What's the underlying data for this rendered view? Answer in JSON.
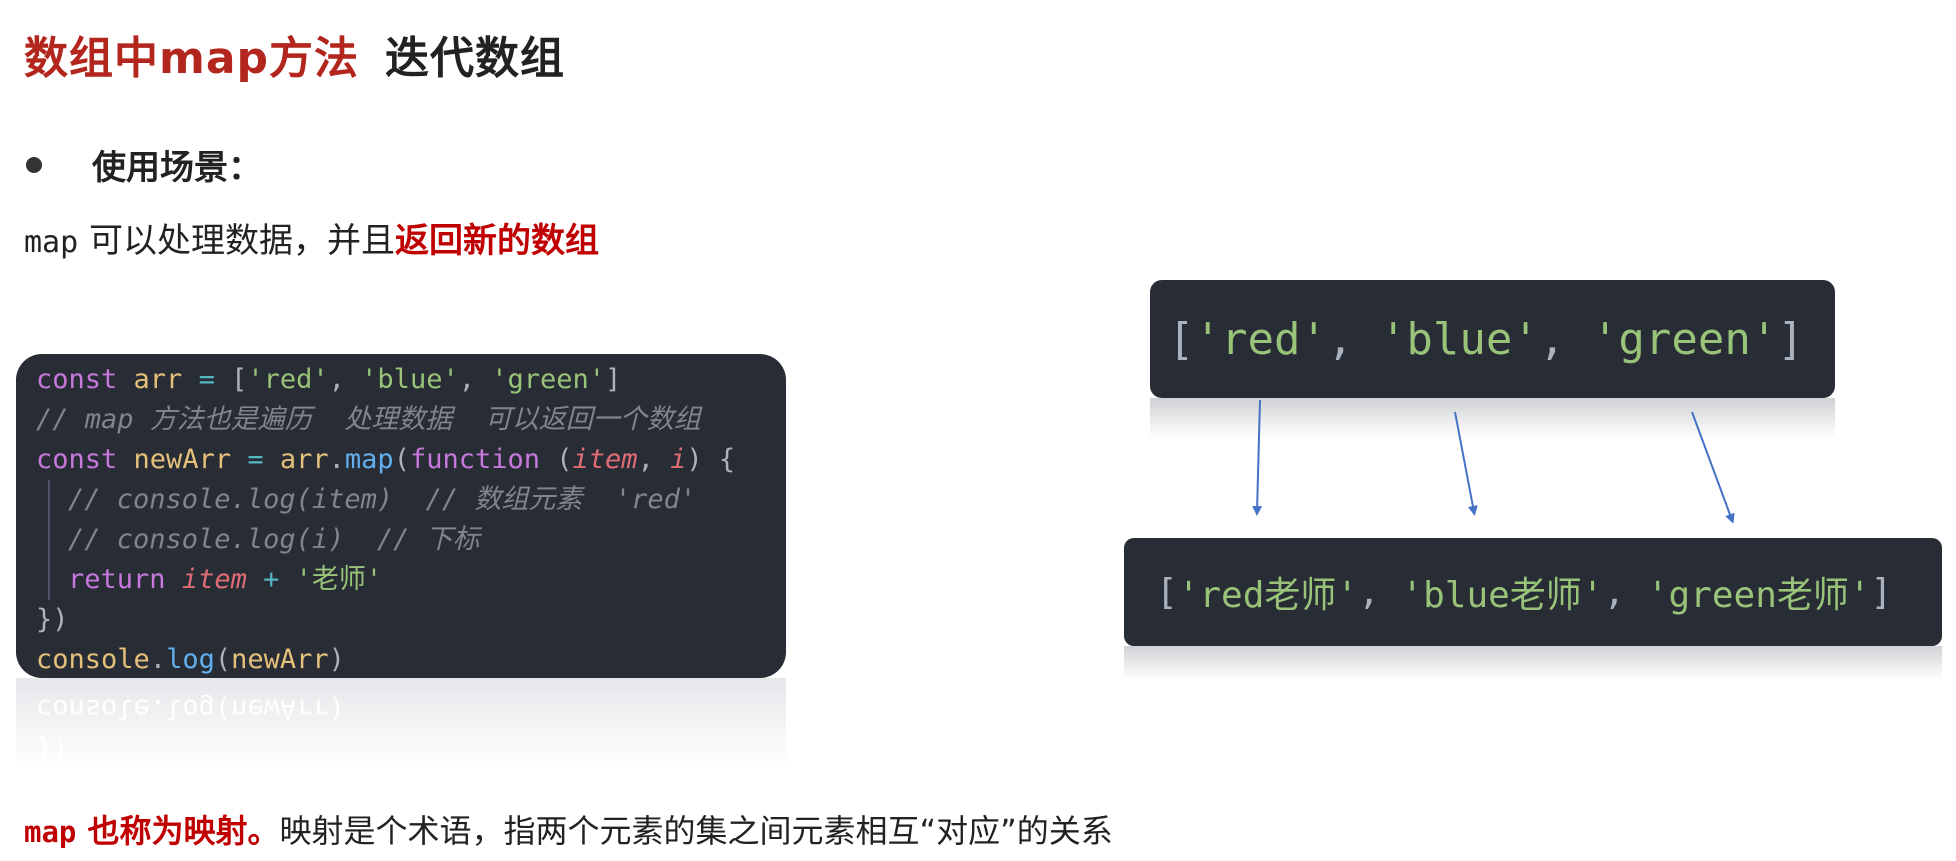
{
  "title": {
    "red": "数组中map方法",
    "dark": "迭代数组"
  },
  "bullet": {
    "label": "使用场景："
  },
  "description": {
    "code_word": "map",
    "plain": " 可以处理数据，并且",
    "highlight": "返回新的数组"
  },
  "code": {
    "line1": {
      "kw": "const",
      "var": "arr",
      "op": " = ",
      "open": "[",
      "s1": "'red'",
      "c1": ", ",
      "s2": "'blue'",
      "c2": ", ",
      "s3": "'green'",
      "close": "]"
    },
    "line2": {
      "comment": "// map 方法也是遍历  处理数据  可以返回一个数组"
    },
    "line3": {
      "kw": "const",
      "var1": "newArr",
      "op": " = ",
      "var2": "arr",
      "dot": ".",
      "fn": "map",
      "open": "(",
      "kw2": "function",
      "paren": " (",
      "p1": "item",
      "comma": ", ",
      "p2": "i",
      "close": ") {"
    },
    "line4": {
      "comment": "// console.log(item)  // 数组元素  'red'"
    },
    "line5": {
      "comment": "// console.log(i)  // 下标"
    },
    "line6": {
      "kw": "return",
      "p": "item",
      "op": " + ",
      "str": "'老师'"
    },
    "line7": {
      "text": "})"
    },
    "line8": {
      "var": "console",
      "dot": ".",
      "fn": "log",
      "open": "(",
      "arg": "newArr",
      "close": ")"
    }
  },
  "reflection": {
    "line1": "console.log(newArr)",
    "line2": "})"
  },
  "original_array": {
    "open": "[",
    "items": [
      "'red'",
      "'blue'",
      "'green'"
    ],
    "sep": ", ",
    "close": "]"
  },
  "mapped_array": {
    "open": "[",
    "items": [
      "'red老师'",
      "'blue老师'",
      "'green老师'"
    ],
    "sep": ", ",
    "close": "]"
  },
  "footer": {
    "highlight_code": "map",
    "highlight_text": " 也称为映射。",
    "plain": "映射是个术语，指两个元素的集之间元素相互“对应”的关系"
  },
  "colors": {
    "title_red": "#b3261e",
    "highlight_red": "#c00000",
    "code_bg": "#282c34",
    "arrow": "#4472c4"
  }
}
